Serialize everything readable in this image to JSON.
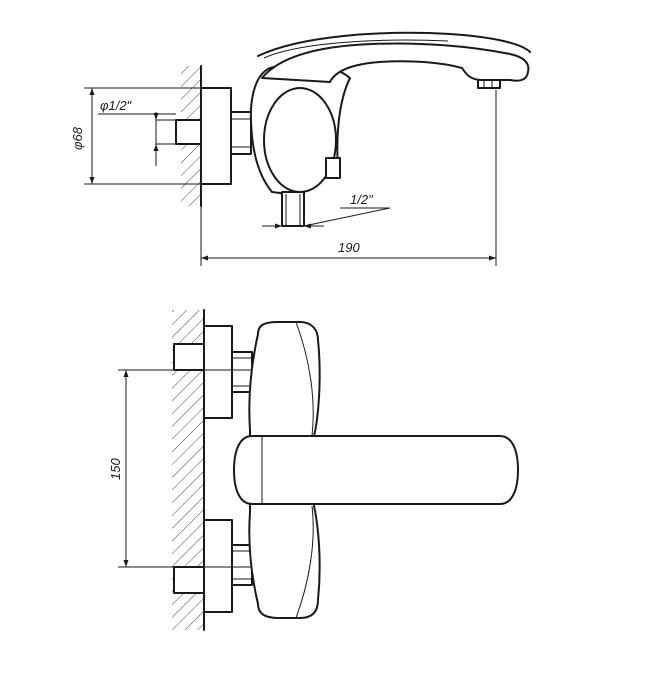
{
  "drawing": {
    "dimensions": {
      "diameter_68": "φ68",
      "thread_half_inch_inlet": "φ1/2\"",
      "thread_half_inch_outlet": "1/2\"",
      "length_190": "190",
      "spacing_150": "150"
    },
    "colors": {
      "line": "#1a1a1a",
      "background": "#ffffff"
    }
  }
}
